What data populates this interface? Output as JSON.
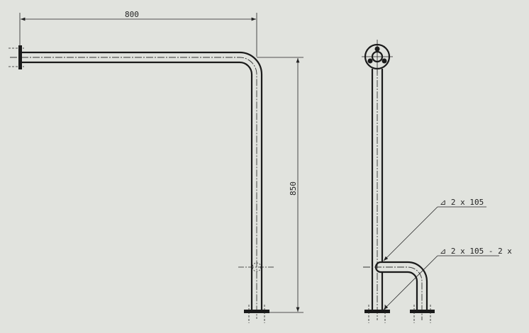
{
  "drawing": {
    "front_view": {
      "width_dimension": "800",
      "height_dimension": "850"
    },
    "side_view": {
      "weld_note_1": "⊿ 2 x 105",
      "weld_note_2": "⊿ 2 x 105 - 2 x"
    }
  },
  "colors": {
    "background": "#e1e3de",
    "line": "#1a1a1a"
  }
}
